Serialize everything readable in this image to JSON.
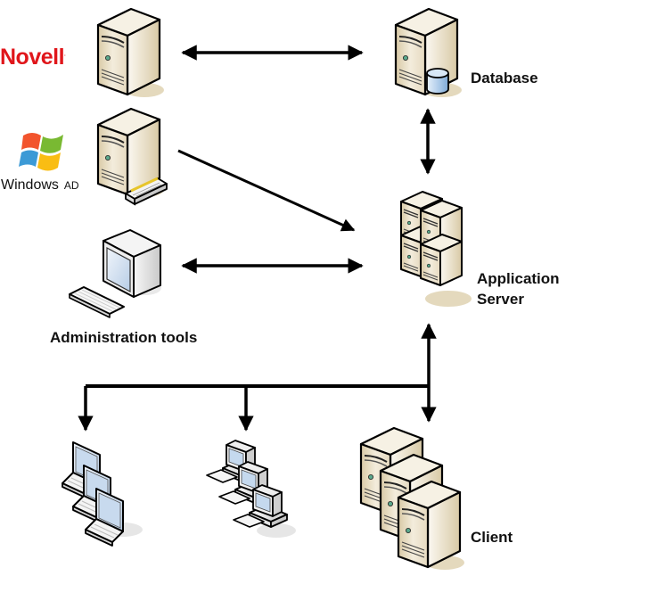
{
  "diagram": {
    "title": "",
    "nodes": {
      "novell": {
        "logo_text": "Novell",
        "logo_mark": ".",
        "icon": "tower-server-icon"
      },
      "windows_ad": {
        "logo_text": "Windows",
        "suffix": "AD",
        "icon": "tower-server-with-network-card-icon"
      },
      "admin_tools": {
        "label": "Administration tools",
        "icon": "desktop-computer-icon"
      },
      "database": {
        "label": "Database",
        "icon": "database-server-icon"
      },
      "app_server": {
        "label_line1": "Application",
        "label_line2": "Server",
        "icon": "server-cluster-icon"
      },
      "laptops": {
        "icon": "laptop-group-icon"
      },
      "workstations": {
        "icon": "workstation-group-icon"
      },
      "client": {
        "label": "Client",
        "icon": "server-stack-icon"
      }
    },
    "connections": [
      {
        "from": "novell",
        "to": "database",
        "direction": "bidirectional"
      },
      {
        "from": "windows_ad",
        "to": "app_server",
        "direction": "one-way"
      },
      {
        "from": "admin_tools",
        "to": "app_server",
        "direction": "bidirectional"
      },
      {
        "from": "database",
        "to": "app_server",
        "direction": "bidirectional"
      },
      {
        "from": "app_server",
        "to": "client",
        "direction": "bidirectional"
      },
      {
        "from": "app_server",
        "to": "laptops",
        "direction": "one-way"
      },
      {
        "from": "app_server",
        "to": "workstations",
        "direction": "one-way"
      }
    ],
    "colors": {
      "server_beige": "#e8dcc4",
      "server_dark": "#c9b894",
      "shadow": "#e6dcc0",
      "screen_blue": "#cfe0f2",
      "db_blue": "#9fc3e6",
      "novell_red": "#e0161b",
      "arrow": "#000000"
    }
  }
}
